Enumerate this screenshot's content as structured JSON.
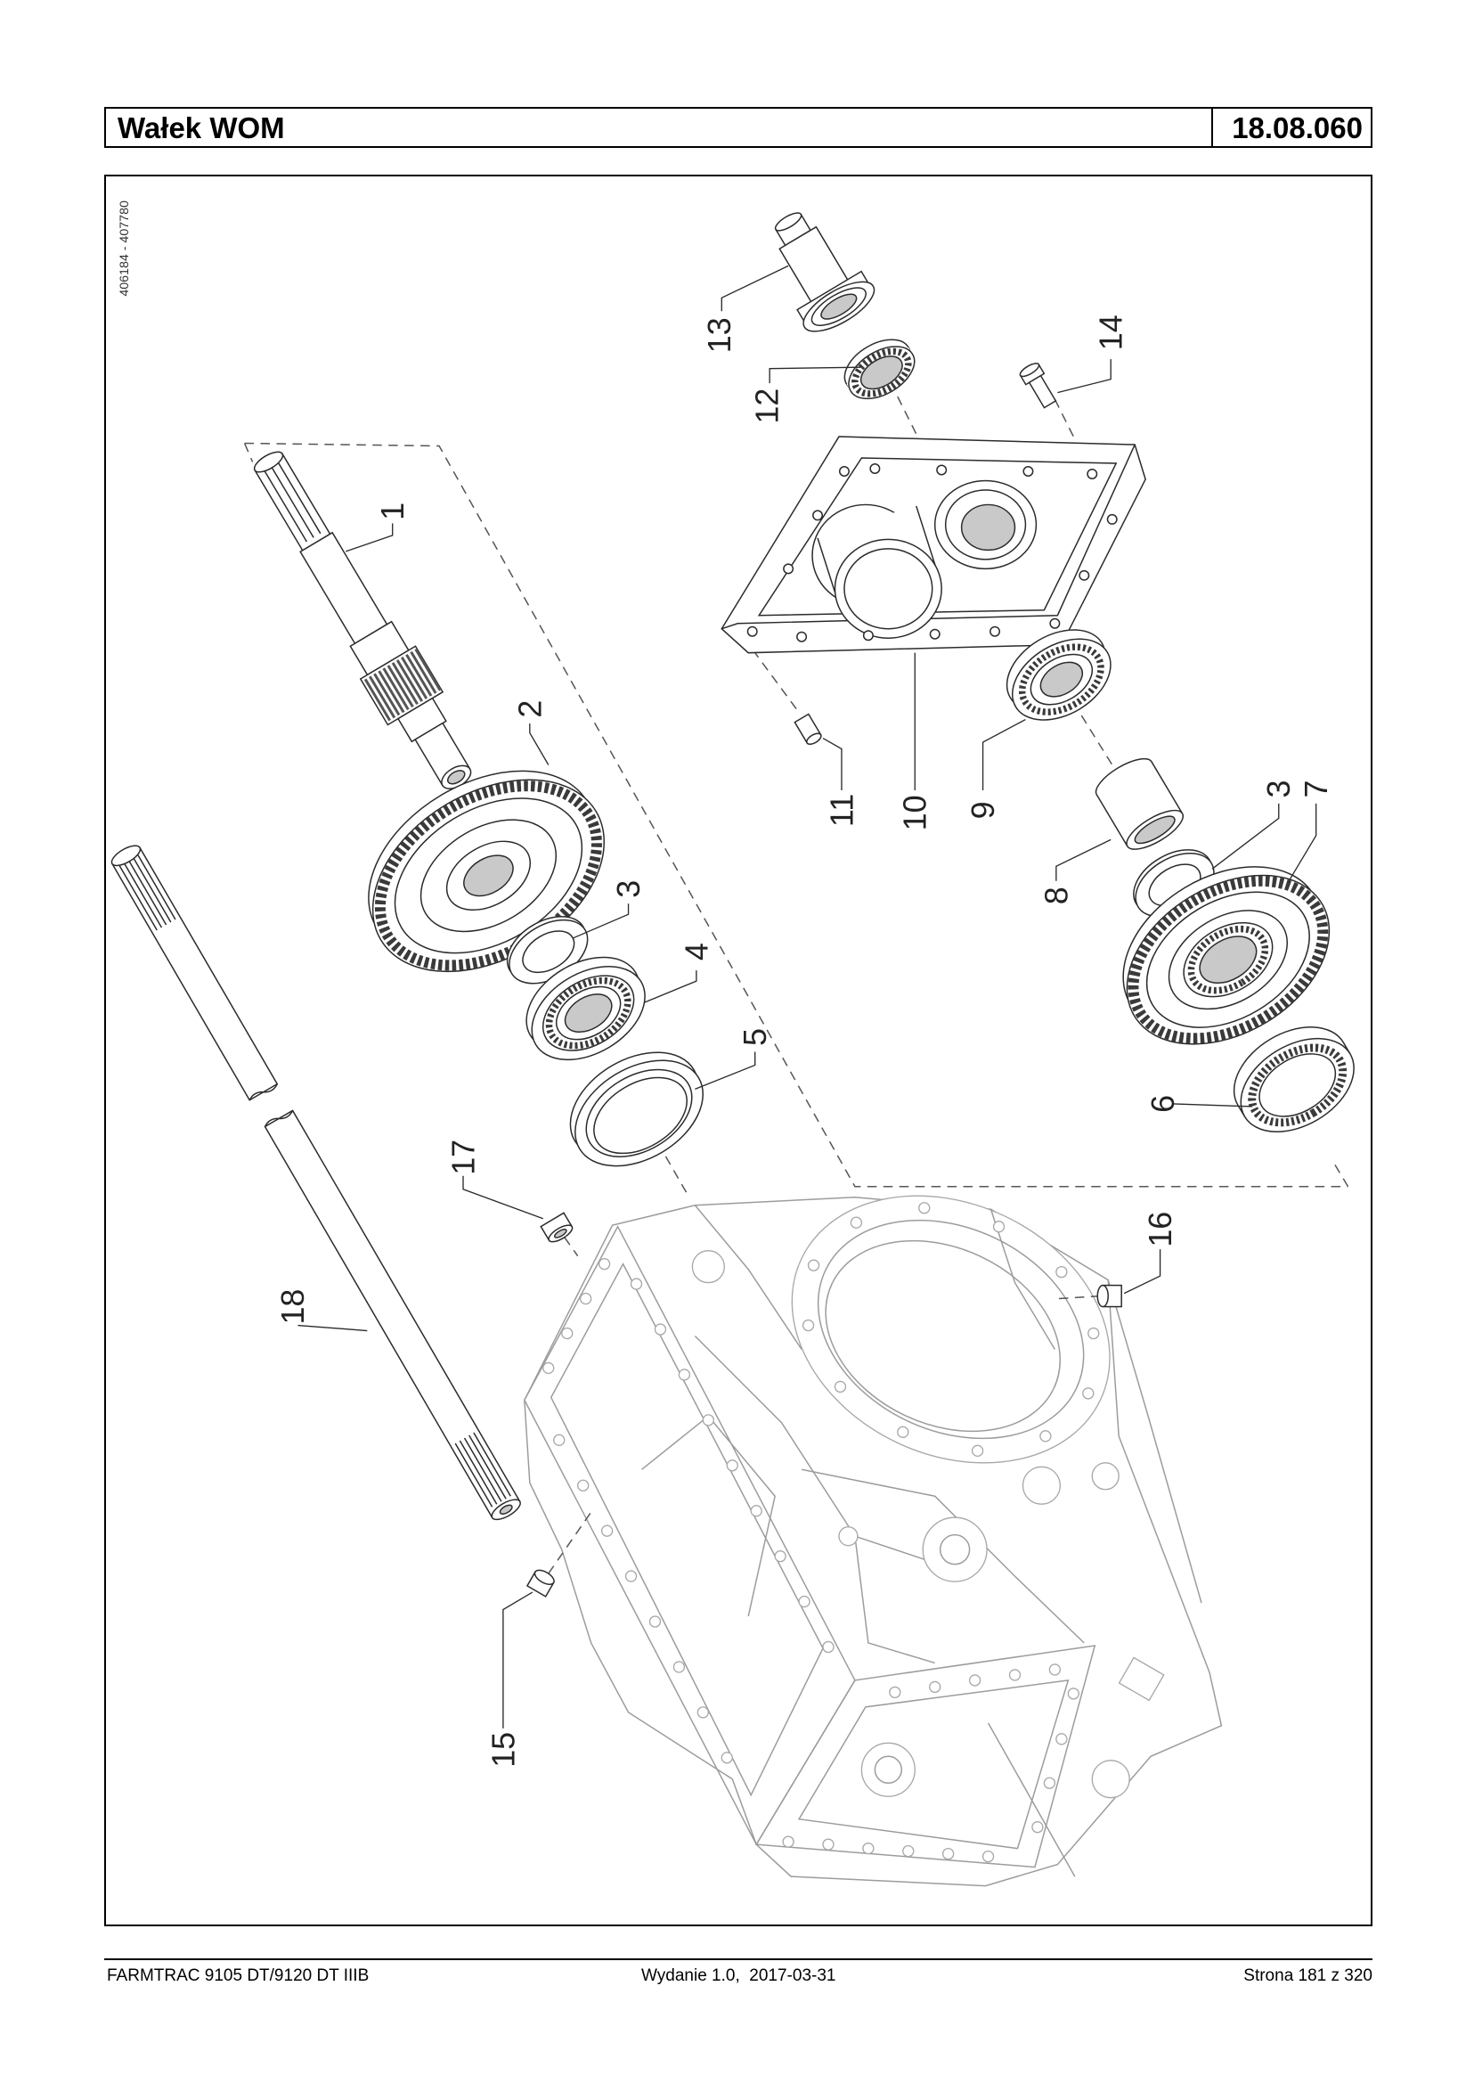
{
  "header": {
    "title": "Wałek WOM",
    "code": "18.08.060"
  },
  "diagram": {
    "reference": "406184 - 407780",
    "callouts": [
      "13",
      "12",
      "14",
      "1",
      "2",
      "3",
      "4",
      "5",
      "11",
      "10",
      "9",
      "3",
      "7",
      "8",
      "6",
      "17",
      "16",
      "18",
      "15"
    ]
  },
  "footer": {
    "model": "FARMTRAC 9105 DT/9120 DT IIIB",
    "edition": "Wydanie 1.0,  2017-03-31",
    "page": "Strona 181 z 320"
  }
}
